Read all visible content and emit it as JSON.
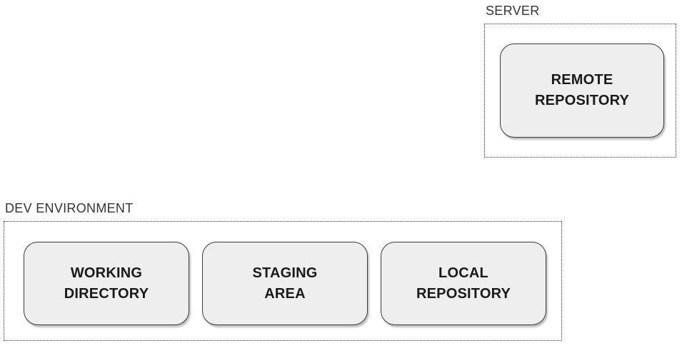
{
  "diagram": {
    "type": "grouped-box-diagram",
    "groups": [
      {
        "id": "server",
        "label": "SERVER",
        "nodes": [
          {
            "id": "remote-repository",
            "label": "REMOTE\nREPOSITORY"
          }
        ]
      },
      {
        "id": "dev-environment",
        "label": "DEV ENVIRONMENT",
        "nodes": [
          {
            "id": "working-directory",
            "label": "WORKING\nDIRECTORY"
          },
          {
            "id": "staging-area",
            "label": "STAGING\nAREA"
          },
          {
            "id": "local-repository",
            "label": "LOCAL\nREPOSITORY"
          }
        ]
      }
    ],
    "colors": {
      "background": "#ffffff",
      "node_fill": "#eeeeee",
      "node_border": "#3b3b3b",
      "group_border": "#333333",
      "group_label_text": "#333333",
      "node_text": "#1a1a1a"
    }
  }
}
